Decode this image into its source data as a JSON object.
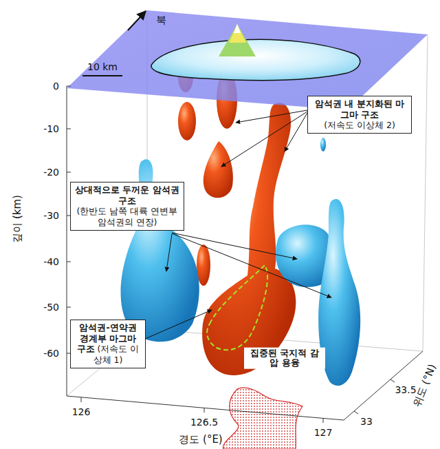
{
  "diagram": {
    "nodes": [
      {
        "text": [
          "암석권 내 분지화된 마그마 구조",
          "(저속도 이상체 2)"
        ]
      },
      {
        "text": [
          "상대적으로 두꺼운 암석권 구조",
          "(한반도 남쪽 대륙 연변부 암석권의 연장)"
        ]
      },
      {
        "text": [
          "암석권-연약권 경계부 마그마 구조",
          "(저속도 이상체 1)"
        ]
      }
    ],
    "labels": [
      "북",
      "10 km",
      "0",
      "-10",
      "-20",
      "-30",
      "-40",
      "-50",
      "-60",
      "깊이 (km)",
      "126",
      "126.5",
      "127",
      "경도 (°E)",
      "33",
      "33.5",
      "위도 (°N)",
      "집중된 국지적 감압 용융"
    ]
  }
}
